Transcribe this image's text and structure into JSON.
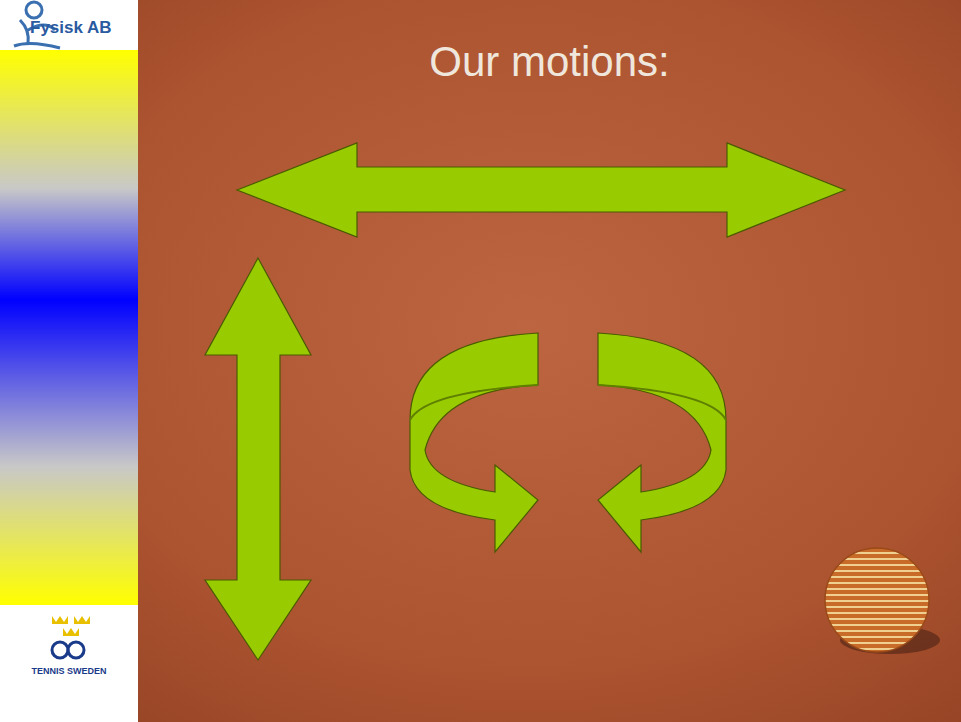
{
  "diagram": {
    "title": "Our motions:",
    "labels": [
      "Fysisk AB",
      "TENNIS SWEDEN"
    ]
  }
}
